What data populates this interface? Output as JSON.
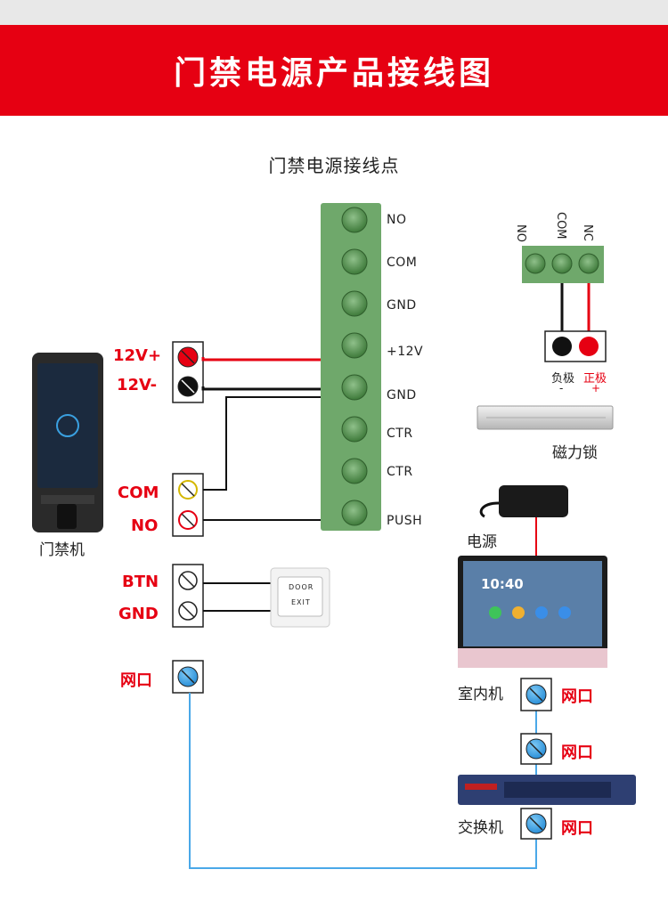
{
  "title": "门禁电源产品接线图",
  "subtitle": "门禁电源接线点",
  "terminal_block": {
    "labels": [
      "NO",
      "COM",
      "GND",
      "+12V",
      "GND",
      "CTR",
      "CTR",
      "PUSH"
    ]
  },
  "access_device": {
    "name": "门禁机",
    "ports": [
      "12V+",
      "12V-",
      "COM",
      "NO",
      "BTN",
      "GND",
      "网口"
    ]
  },
  "exit_button": {
    "line1": "DOOR",
    "line2": "EXIT"
  },
  "lock_relay": {
    "labels": [
      "NO",
      "COM",
      "NC"
    ]
  },
  "lock_polarity": {
    "neg": "负极",
    "neg_sign": "-",
    "pos": "正极",
    "pos_sign": "+"
  },
  "maglock": {
    "name": "磁力锁"
  },
  "power_supply": {
    "name": "电源"
  },
  "indoor_unit": {
    "name": "室内机",
    "clock": "10:40",
    "port": "网口",
    "port2": "网口"
  },
  "switch": {
    "name": "交换机",
    "port": "网口"
  },
  "colors": {
    "red": "#e60012",
    "green": "#6fa86b",
    "blue": "#4aa8e8"
  }
}
